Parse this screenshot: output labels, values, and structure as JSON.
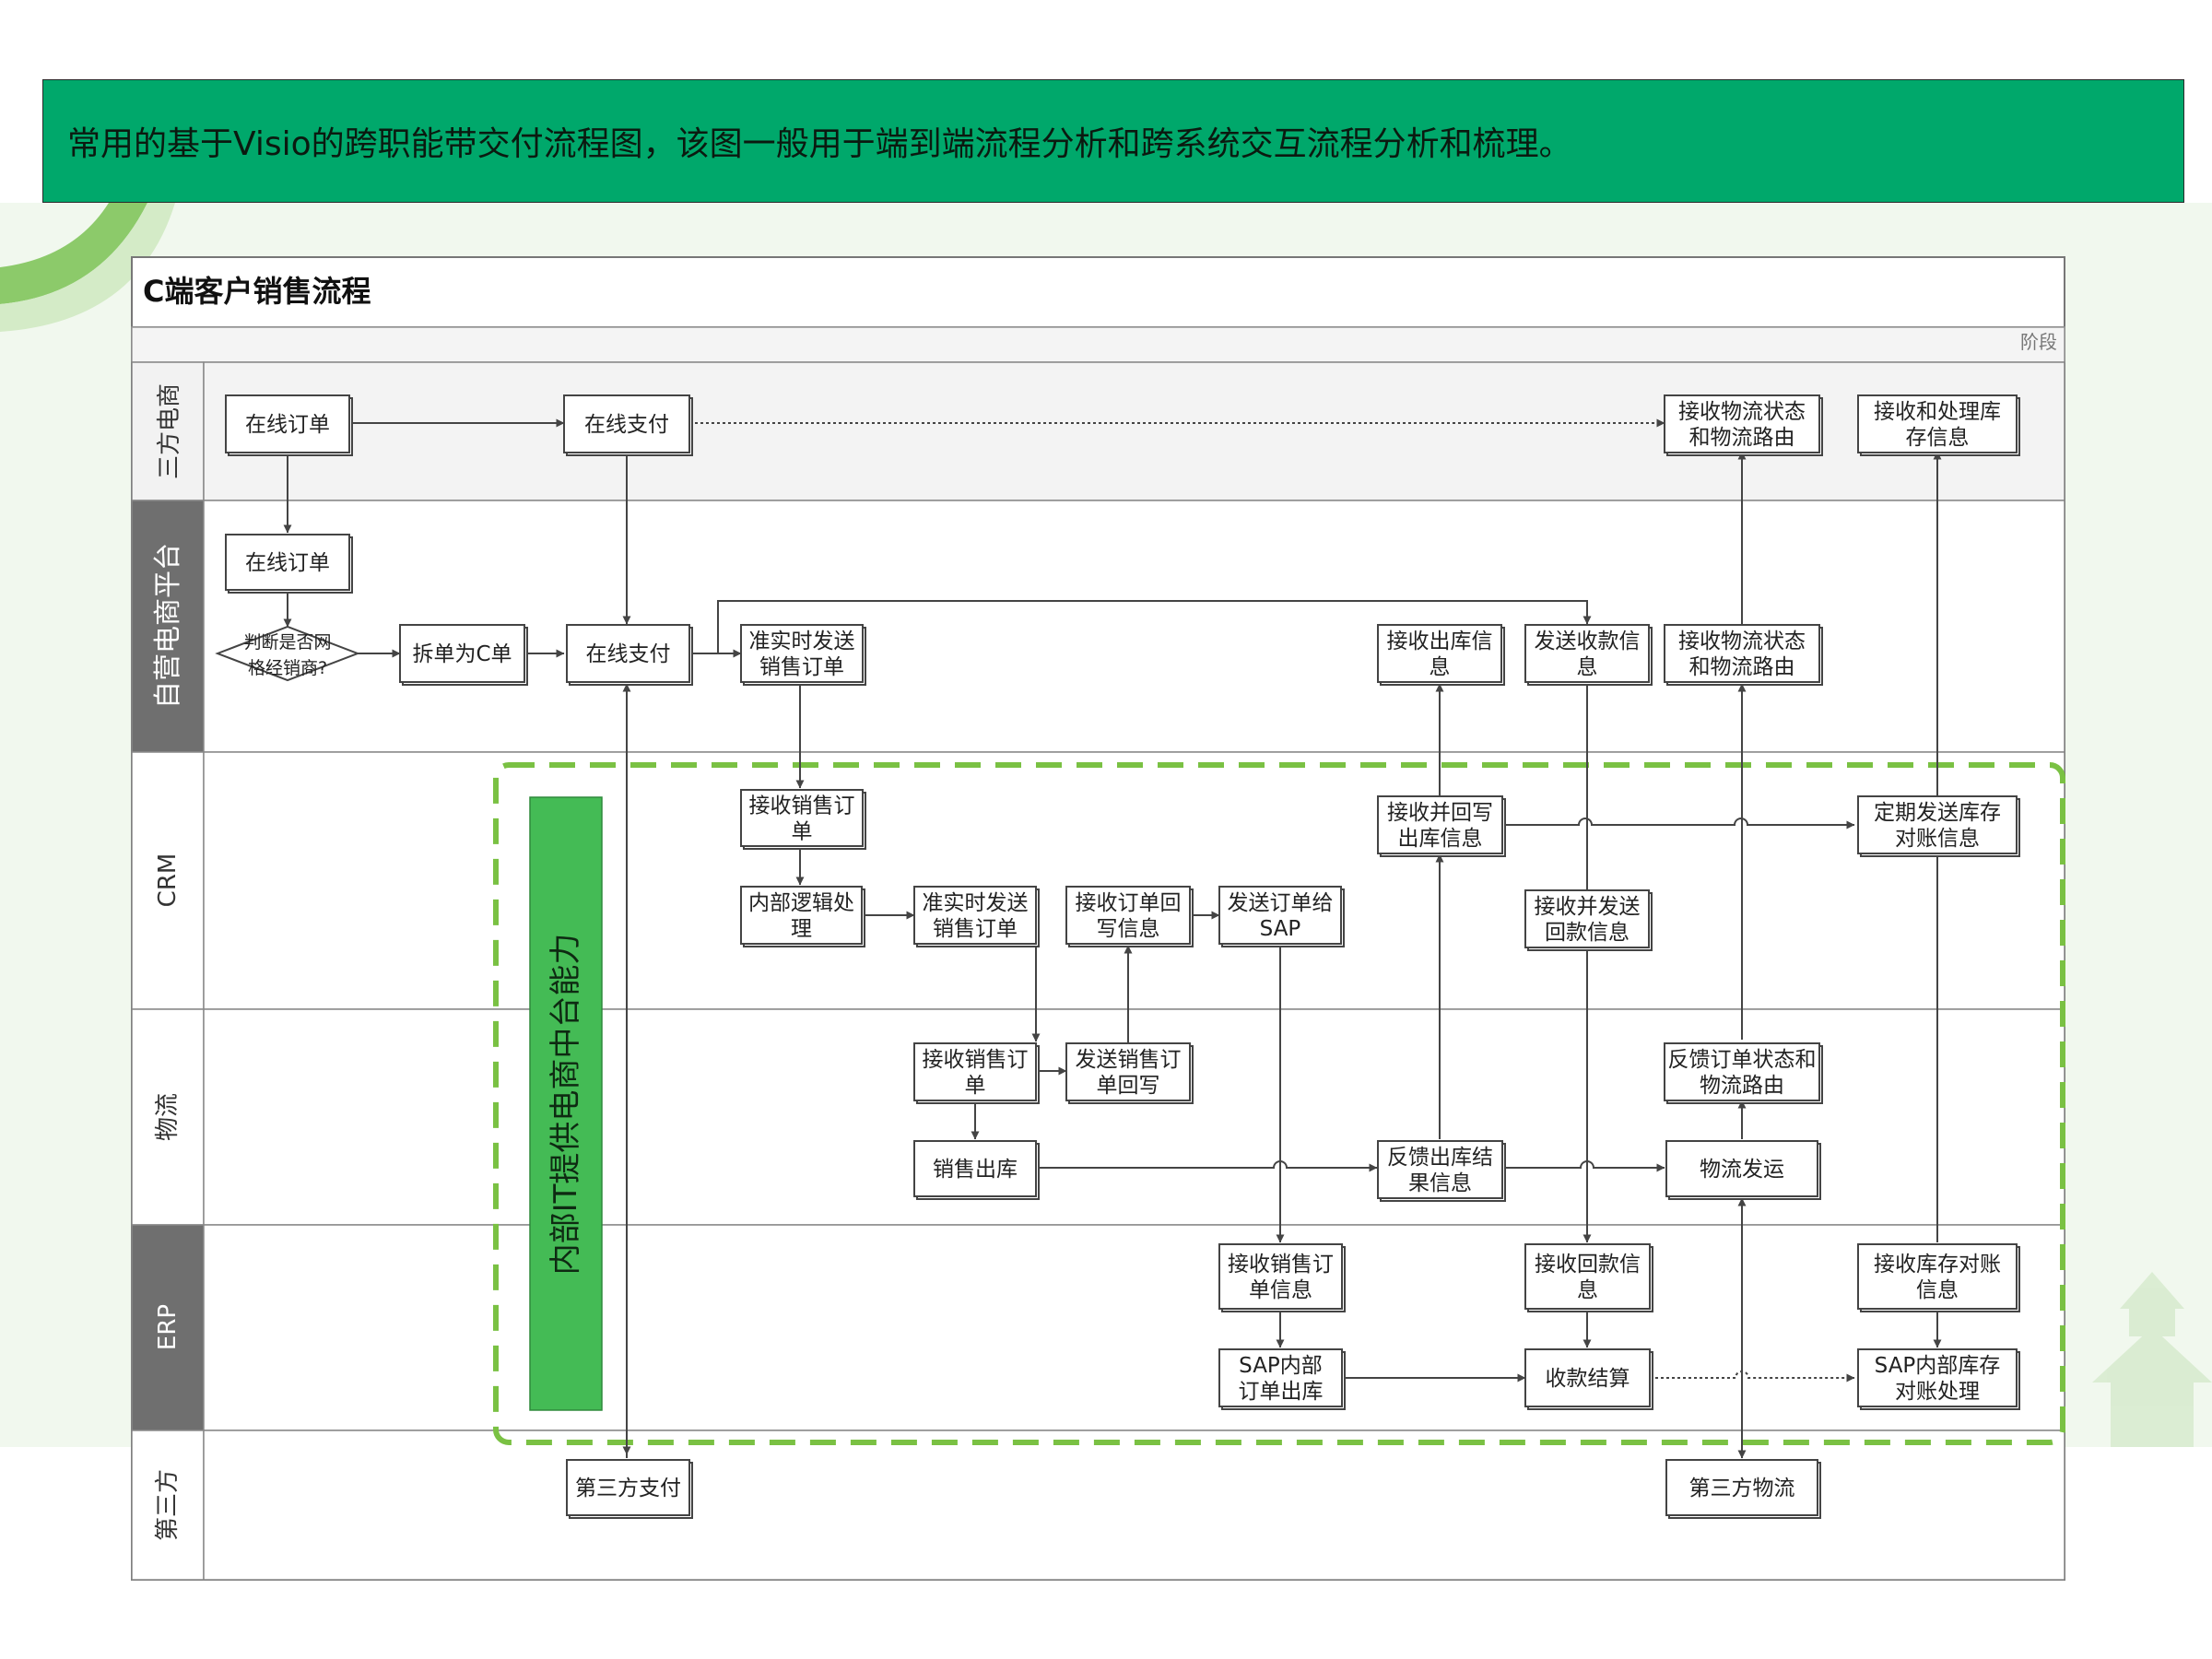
{
  "banner": {
    "text": "常用的基于Visio的跨职能带交付流程图，该图一般用于端到端流程分析和跨系统交互流程分析和梳理。",
    "color": "#00a86b"
  },
  "diagram": {
    "title": "C端客户销售流程",
    "phase_label": "阶段",
    "highlight_label": "内部IT提供电商中台能力",
    "colors": {
      "highlight": "#44bb55",
      "dashed_border": "#7ac143",
      "lane_dark": "#6f6f6f"
    },
    "lanes": [
      {
        "id": "sanfang_ds",
        "label": "三方电商"
      },
      {
        "id": "ziying",
        "label": "自营电商平台"
      },
      {
        "id": "crm",
        "label": "CRM"
      },
      {
        "id": "wuliu",
        "label": "物流"
      },
      {
        "id": "erp",
        "label": "ERP"
      },
      {
        "id": "disanfang",
        "label": "第三方"
      }
    ],
    "nodes": [
      {
        "id": "n1",
        "lines": [
          "在线订单"
        ]
      },
      {
        "id": "n2",
        "lines": [
          "在线支付"
        ]
      },
      {
        "id": "n3",
        "lines": [
          "接收物流状态",
          "和物流路由"
        ]
      },
      {
        "id": "n4",
        "lines": [
          "接收和处理库",
          "存信息"
        ]
      },
      {
        "id": "n5",
        "lines": [
          "在线订单"
        ]
      },
      {
        "id": "n6",
        "lines": [
          "判断是否网",
          "格经销商?"
        ]
      },
      {
        "id": "n7",
        "lines": [
          "拆单为C单"
        ]
      },
      {
        "id": "n8",
        "lines": [
          "在线支付"
        ]
      },
      {
        "id": "n9",
        "lines": [
          "准实时发送",
          "销售订单"
        ]
      },
      {
        "id": "n10",
        "lines": [
          "接收出库信",
          "息"
        ]
      },
      {
        "id": "n11",
        "lines": [
          "发送收款信",
          "息"
        ]
      },
      {
        "id": "n12",
        "lines": [
          "接收物流状态",
          "和物流路由"
        ]
      },
      {
        "id": "n13",
        "lines": [
          "接收销售订",
          "单"
        ]
      },
      {
        "id": "n14",
        "lines": [
          "内部逻辑处",
          "理"
        ]
      },
      {
        "id": "n15",
        "lines": [
          "准实时发送",
          "销售订单"
        ]
      },
      {
        "id": "n16",
        "lines": [
          "接收订单回",
          "写信息"
        ]
      },
      {
        "id": "n17",
        "lines": [
          "发送订单给",
          "SAP"
        ]
      },
      {
        "id": "n18",
        "lines": [
          "接收并回写",
          "出库信息"
        ]
      },
      {
        "id": "n19",
        "lines": [
          "接收并发送",
          "回款信息"
        ]
      },
      {
        "id": "n20",
        "lines": [
          "定期发送库存",
          "对账信息"
        ]
      },
      {
        "id": "n21",
        "lines": [
          "接收销售订",
          "单"
        ]
      },
      {
        "id": "n22",
        "lines": [
          "发送销售订",
          "单回写"
        ]
      },
      {
        "id": "n23",
        "lines": [
          "销售出库"
        ]
      },
      {
        "id": "n24",
        "lines": [
          "反馈出库结",
          "果信息"
        ]
      },
      {
        "id": "n25",
        "lines": [
          "物流发运"
        ]
      },
      {
        "id": "n26",
        "lines": [
          "反馈订单状态和",
          "物流路由"
        ]
      },
      {
        "id": "n27",
        "lines": [
          "接收销售订",
          "单信息"
        ]
      },
      {
        "id": "n28",
        "lines": [
          "SAP内部",
          "订单出库"
        ]
      },
      {
        "id": "n29",
        "lines": [
          "接收回款信",
          "息"
        ]
      },
      {
        "id": "n30",
        "lines": [
          "收款结算"
        ]
      },
      {
        "id": "n31",
        "lines": [
          "接收库存对账",
          "信息"
        ]
      },
      {
        "id": "n32",
        "lines": [
          "SAP内部库存",
          "对账处理"
        ]
      },
      {
        "id": "n33",
        "lines": [
          "第三方支付"
        ]
      },
      {
        "id": "n34",
        "lines": [
          "第三方物流"
        ]
      }
    ]
  }
}
